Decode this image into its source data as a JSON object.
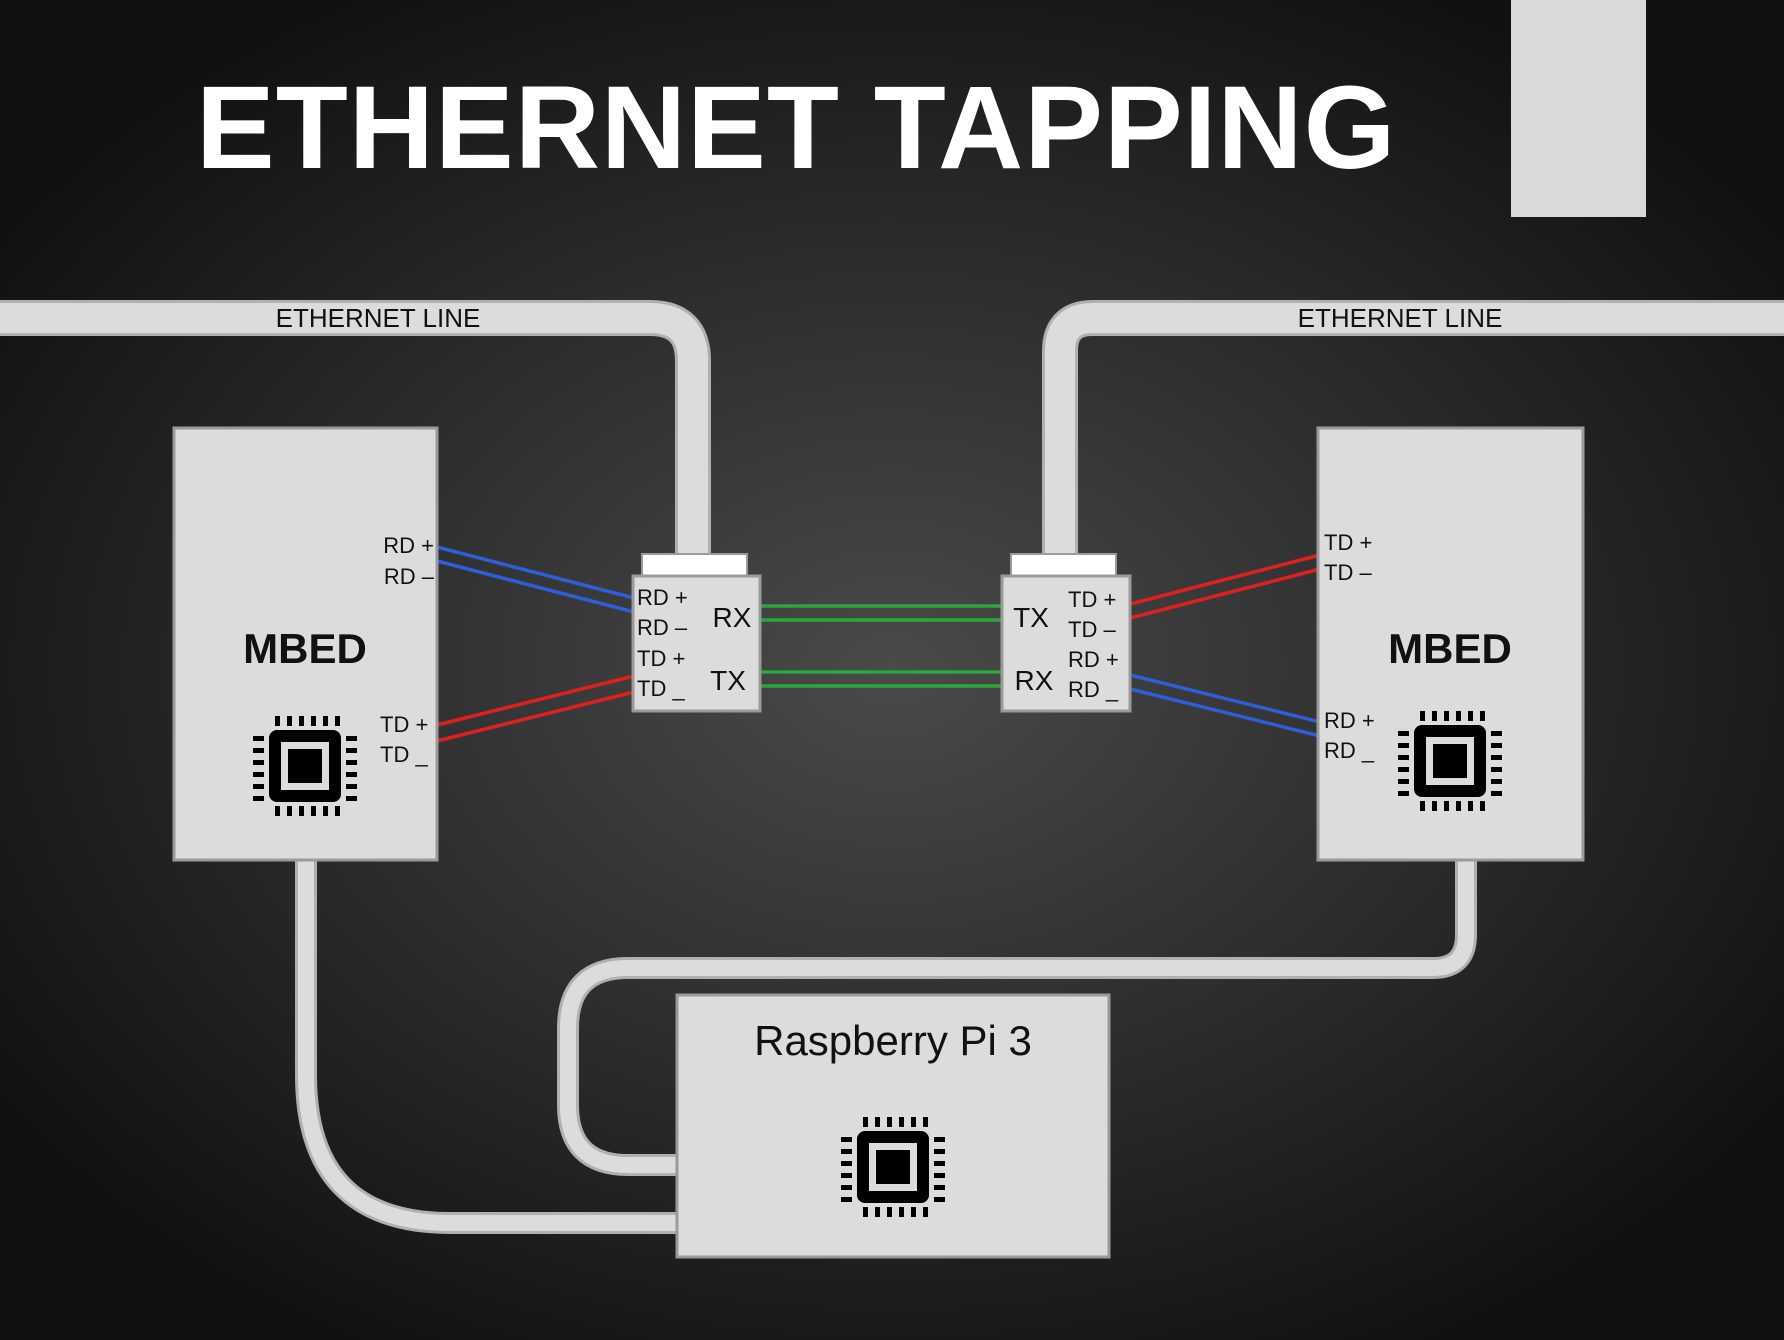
{
  "title": "ETHERNET TAPPING",
  "colors": {
    "background": "#2a2a2a",
    "box_fill": "#dcdcdc",
    "cable": "#dcdcdc",
    "rx_pair": "#2c5fd8",
    "tx_pair": "#e0201c",
    "link": "#29a83b"
  },
  "ethernet_lines": {
    "left": "ETHERNET LINE",
    "right": "ETHERNET LINE"
  },
  "left_mbed": {
    "name": "MBED",
    "icon": "cpu-chip-icon",
    "pins_top": [
      "RD +",
      "RD –"
    ],
    "pins_bottom": [
      "TD +",
      "TD _"
    ]
  },
  "right_mbed": {
    "name": "MBED",
    "icon": "cpu-chip-icon",
    "pins_top": [
      "TD +",
      "TD –"
    ],
    "pins_bottom": [
      "RD +",
      "RD _"
    ]
  },
  "left_tap": {
    "pins": [
      "RD +",
      "RD –",
      "TD +",
      "TD _"
    ],
    "port_top": "RX",
    "port_bottom": "TX"
  },
  "right_tap": {
    "pins": [
      "TD +",
      "TD –",
      "RD +",
      "RD _"
    ],
    "port_top": "TX",
    "port_bottom": "RX"
  },
  "raspberry_pi": {
    "name": "Raspberry Pi 3",
    "icon": "cpu-chip-icon"
  }
}
